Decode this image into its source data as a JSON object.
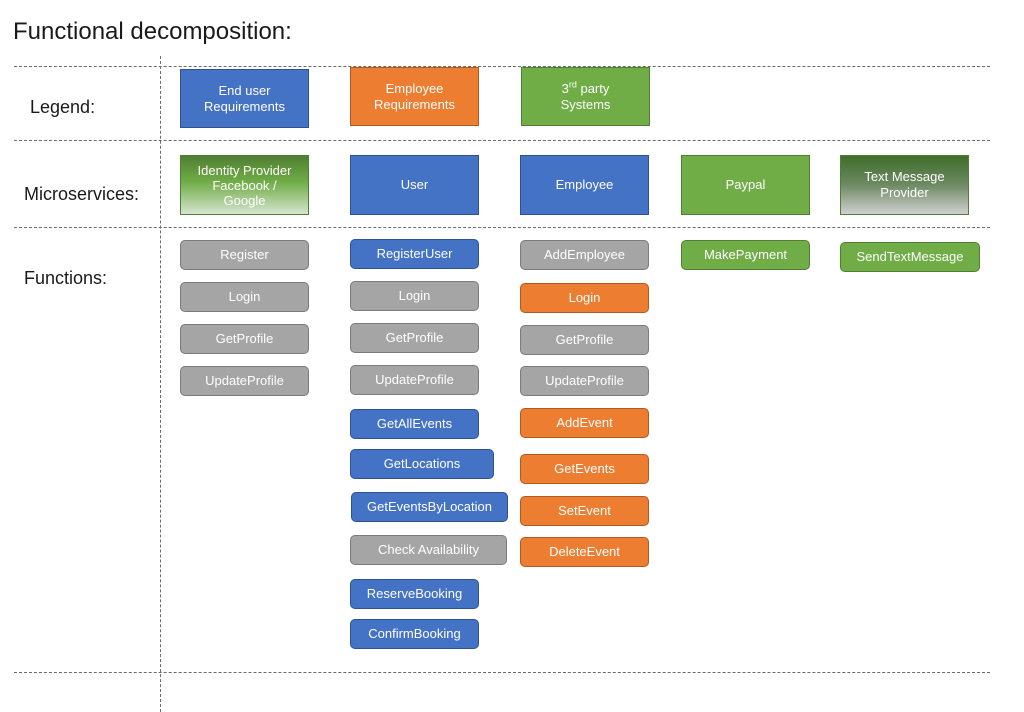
{
  "title": "Functional decomposition:",
  "row_labels": {
    "legend": "Legend:",
    "microservices": "Microservices:",
    "functions": "Functions:"
  },
  "legend": [
    {
      "id": "end-user",
      "line1": "End user",
      "line2": "Requirements",
      "color": "#4472c4"
    },
    {
      "id": "employee",
      "line1": "Employee",
      "line2": "Requirements",
      "color": "#ed7d31"
    },
    {
      "id": "third-party",
      "prefix": "3",
      "sup": "rd",
      "line1": " party",
      "line2": "Systems",
      "color": "#70ad47"
    }
  ],
  "microservices": [
    {
      "id": "identity-provider",
      "label": "Identity Provider\nFacebook /\nGoogle",
      "style": "green-grad"
    },
    {
      "id": "user",
      "label": "User",
      "style": "blue"
    },
    {
      "id": "employee",
      "label": "Employee",
      "style": "blue"
    },
    {
      "id": "paypal",
      "label": "Paypal",
      "style": "green"
    },
    {
      "id": "text-message-provider",
      "label": "Text Message\nProvider",
      "style": "dark-grad"
    }
  ],
  "functions": {
    "identity-provider": [
      {
        "label": "Register",
        "style": "gray"
      },
      {
        "label": "Login",
        "style": "gray"
      },
      {
        "label": "GetProfile",
        "style": "gray"
      },
      {
        "label": "UpdateProfile",
        "style": "gray"
      }
    ],
    "user": [
      {
        "label": "RegisterUser",
        "style": "blue"
      },
      {
        "label": "Login",
        "style": "gray"
      },
      {
        "label": "GetProfile",
        "style": "gray"
      },
      {
        "label": "UpdateProfile",
        "style": "gray"
      },
      {
        "label": "GetAllEvents",
        "style": "blue"
      },
      {
        "label": "GetLocations",
        "style": "blue"
      },
      {
        "label": "GetEventsByLocation",
        "style": "blue"
      },
      {
        "label": "Check Availability",
        "style": "gray"
      },
      {
        "label": "ReserveBooking",
        "style": "blue"
      },
      {
        "label": "ConfirmBooking",
        "style": "blue"
      }
    ],
    "employee": [
      {
        "label": "AddEmployee",
        "style": "gray"
      },
      {
        "label": "Login",
        "style": "orange"
      },
      {
        "label": "GetProfile",
        "style": "gray"
      },
      {
        "label": "UpdateProfile",
        "style": "gray"
      },
      {
        "label": "AddEvent",
        "style": "orange"
      },
      {
        "label": "GetEvents",
        "style": "orange"
      },
      {
        "label": "SetEvent",
        "style": "orange"
      },
      {
        "label": "DeleteEvent",
        "style": "orange"
      }
    ],
    "paypal": [
      {
        "label": "MakePayment",
        "style": "green"
      }
    ],
    "text-message-provider": [
      {
        "label": "SendTextMessage",
        "style": "green"
      }
    ]
  }
}
